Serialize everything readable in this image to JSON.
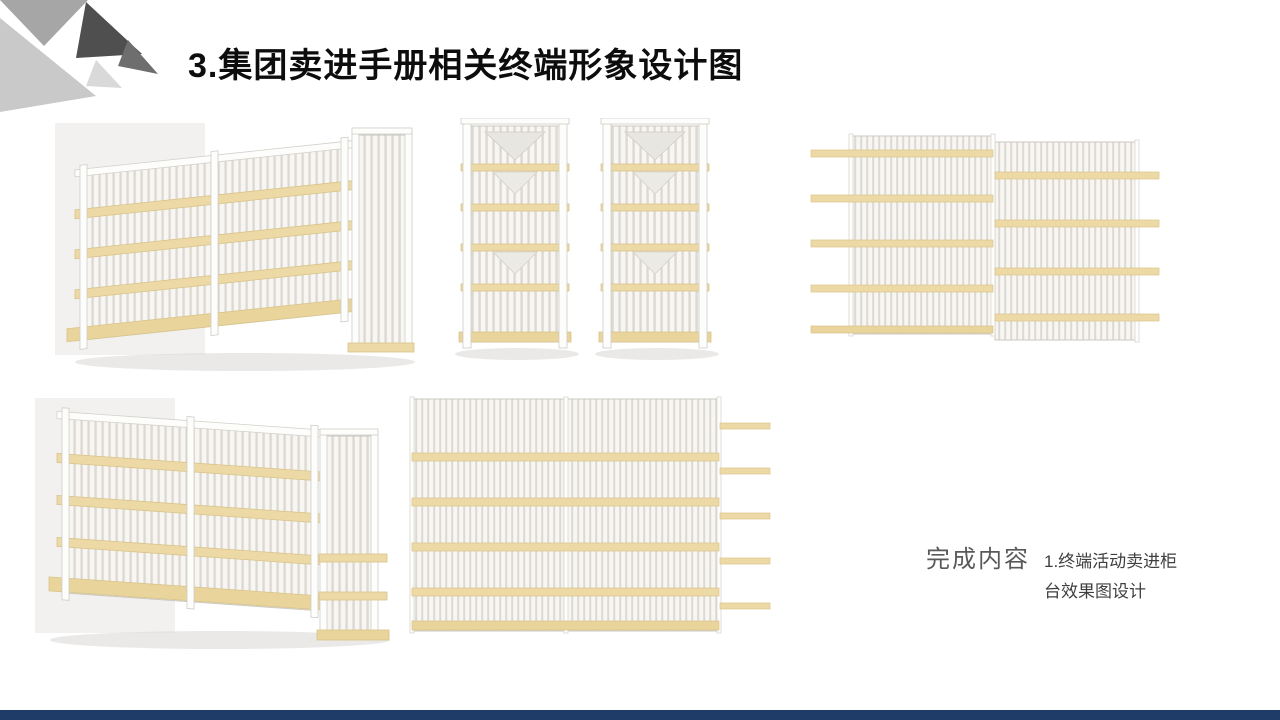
{
  "slide": {
    "title": "3.集团卖进手册相关终端形象设计图",
    "caption": {
      "heading": "完成内容",
      "body": "1.终端活动卖进柜台效果图设计"
    },
    "colors": {
      "footer_bar": "#1e3c67",
      "wood_shelf": "#ecd9a6",
      "frame_gray": "#ccc9c3",
      "title_text": "#0d0d0d",
      "caption_text": "#595959"
    }
  }
}
